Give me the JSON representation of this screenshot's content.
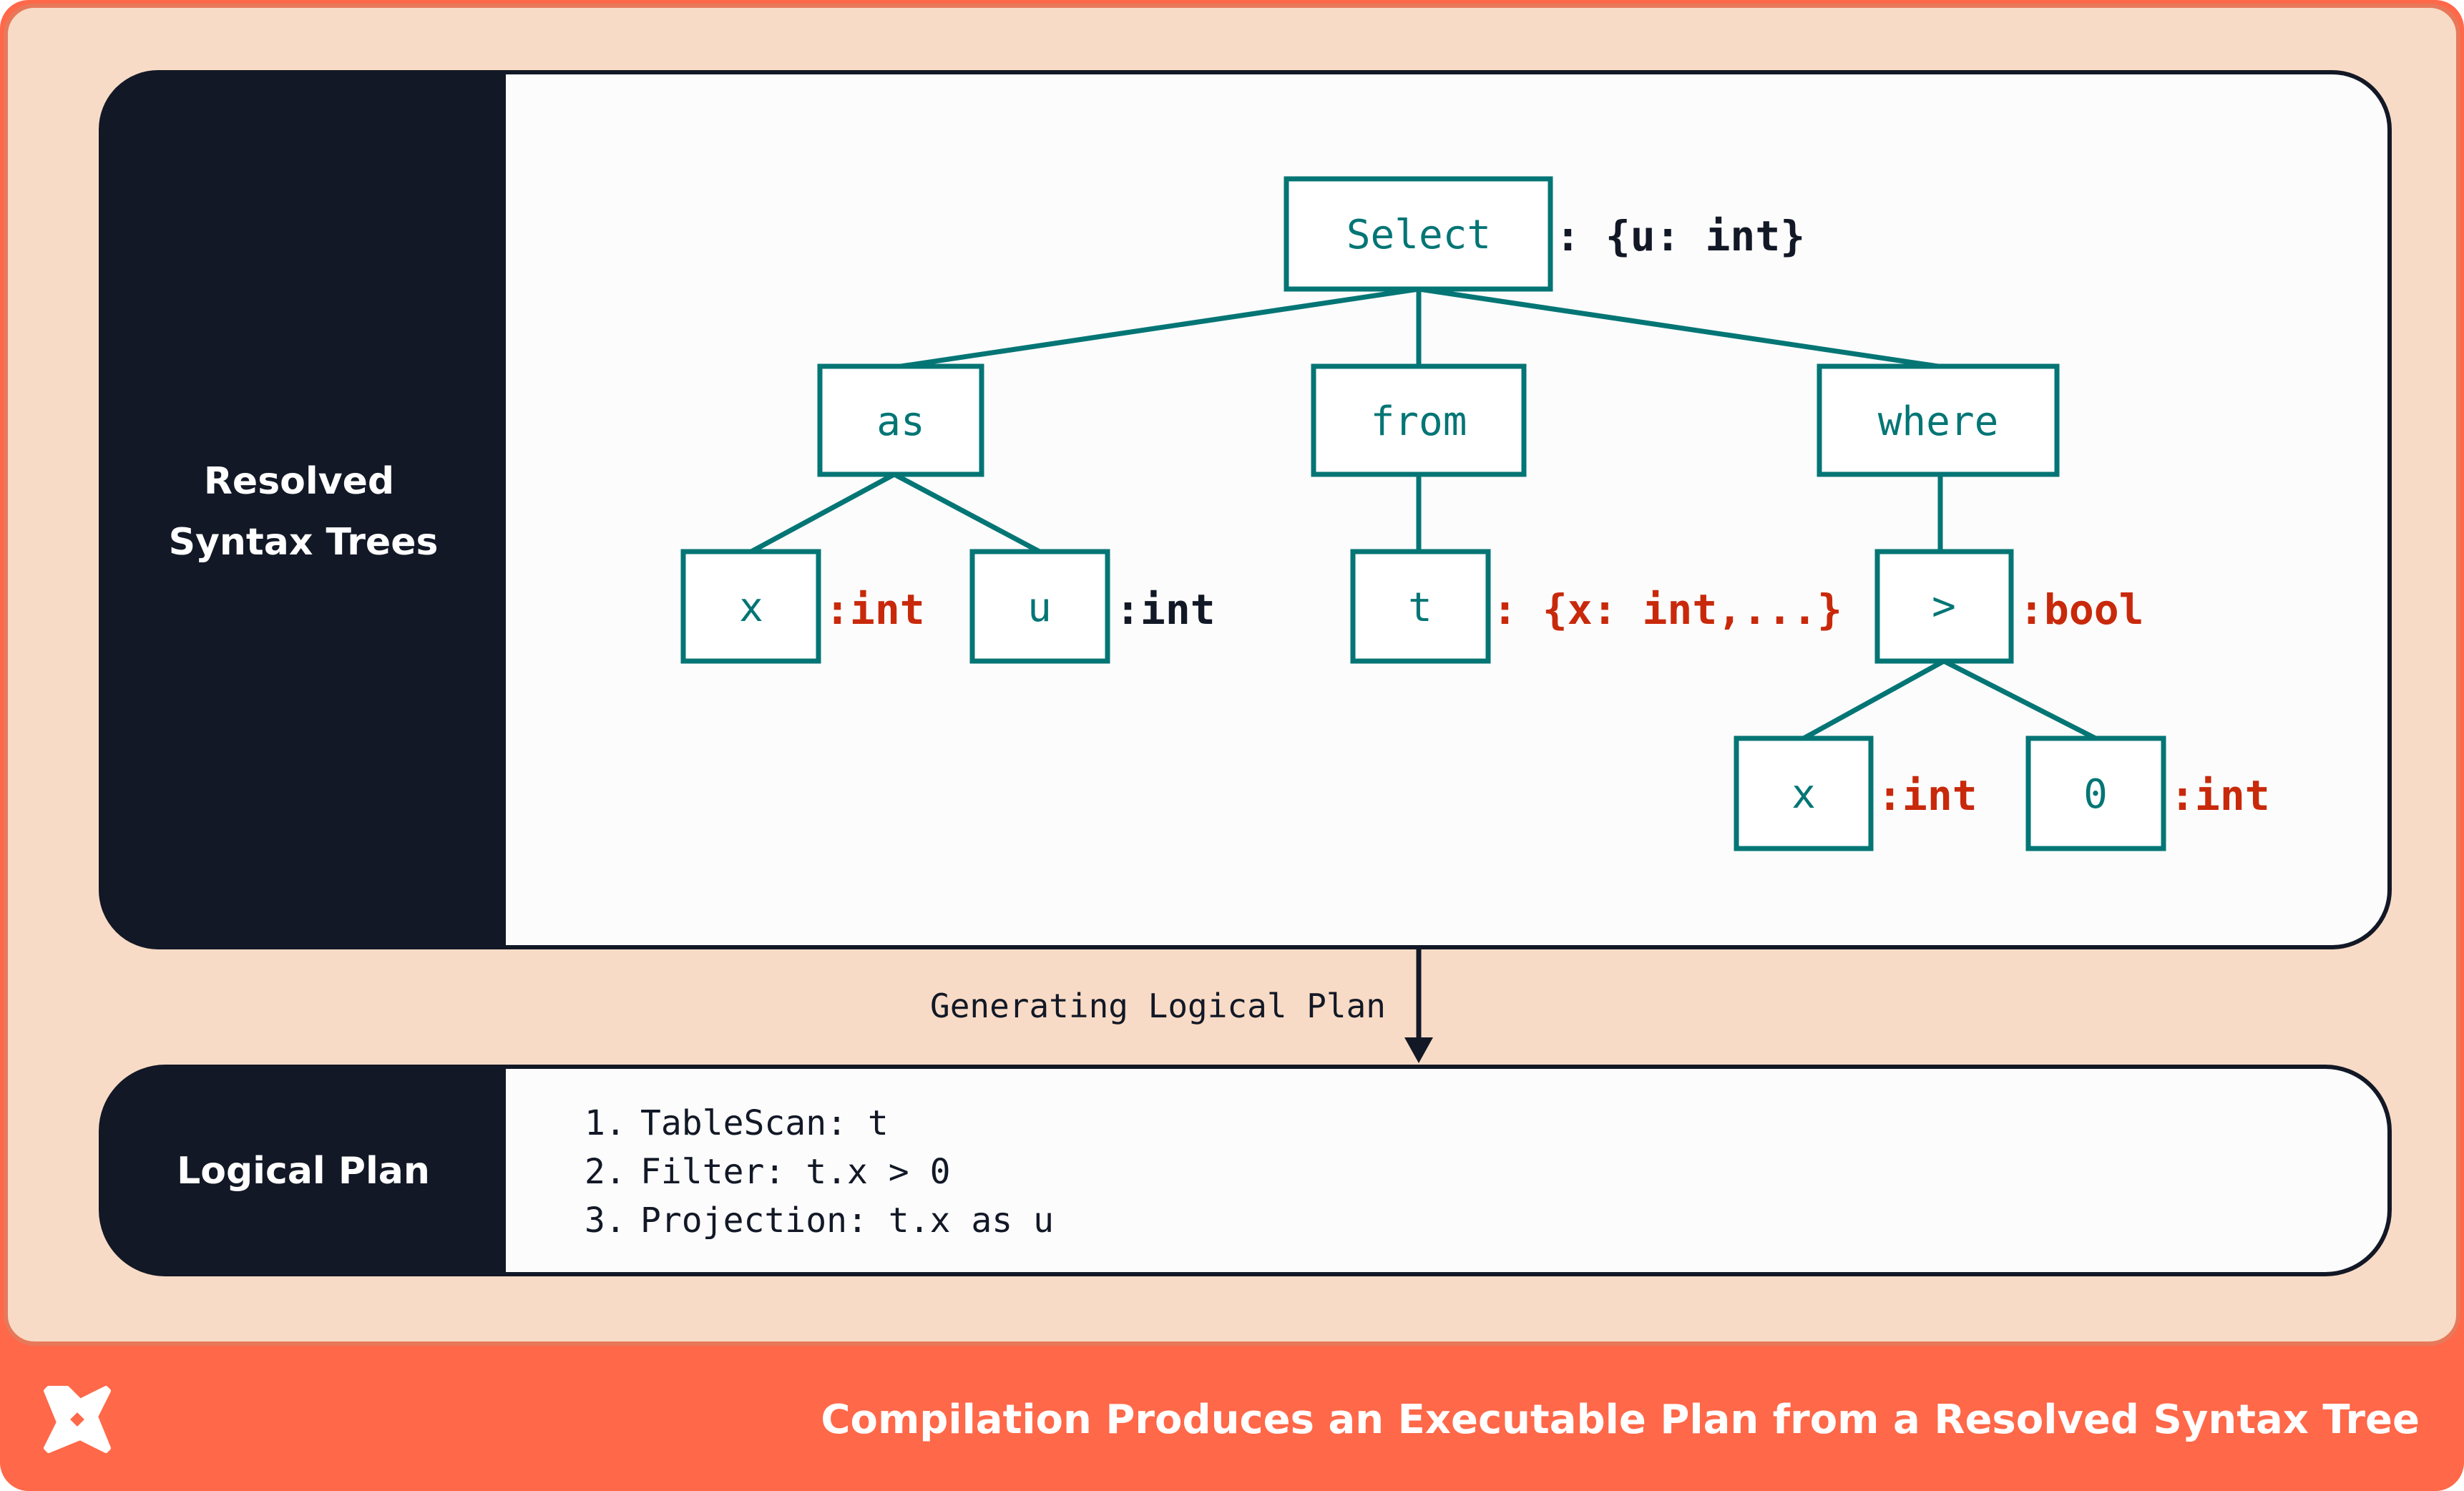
{
  "diagram": {
    "top_panel_label_line1": "Resolved",
    "top_panel_label_line2": "Syntax Trees",
    "bottom_panel_label": "Logical Plan",
    "arrow_label": "Generating Logical Plan",
    "footer_caption": "Compilation Produces an Executable Plan from a Resolved Syntax Tree",
    "logo": "dbt-logo",
    "tree": {
      "select": {
        "label": "Select",
        "type": ": {u: int}"
      },
      "as": {
        "label": "as"
      },
      "from": {
        "label": "from"
      },
      "where": {
        "label": "where"
      },
      "as_x": {
        "label": "x",
        "type": ":int"
      },
      "as_u": {
        "label": "u",
        "type": ":int"
      },
      "from_t": {
        "label": "t",
        "type": ": {x: int,...}"
      },
      "where_gt": {
        "label": ">",
        "type": ":bool"
      },
      "gt_x": {
        "label": "x",
        "type": ":int"
      },
      "gt_0": {
        "label": "0",
        "type": ":int"
      }
    },
    "plan": [
      {
        "num": "1.",
        "text": "TableScan: t"
      },
      {
        "num": "2.",
        "text": "Filter: t.x > 0"
      },
      {
        "num": "3.",
        "text": "Projection: t.x as u"
      }
    ],
    "colors": {
      "background": "#F8DBC6",
      "accent": "#FF6849",
      "dark": "#121826",
      "node": "#047575",
      "type_highlight": "#C8290B"
    }
  }
}
